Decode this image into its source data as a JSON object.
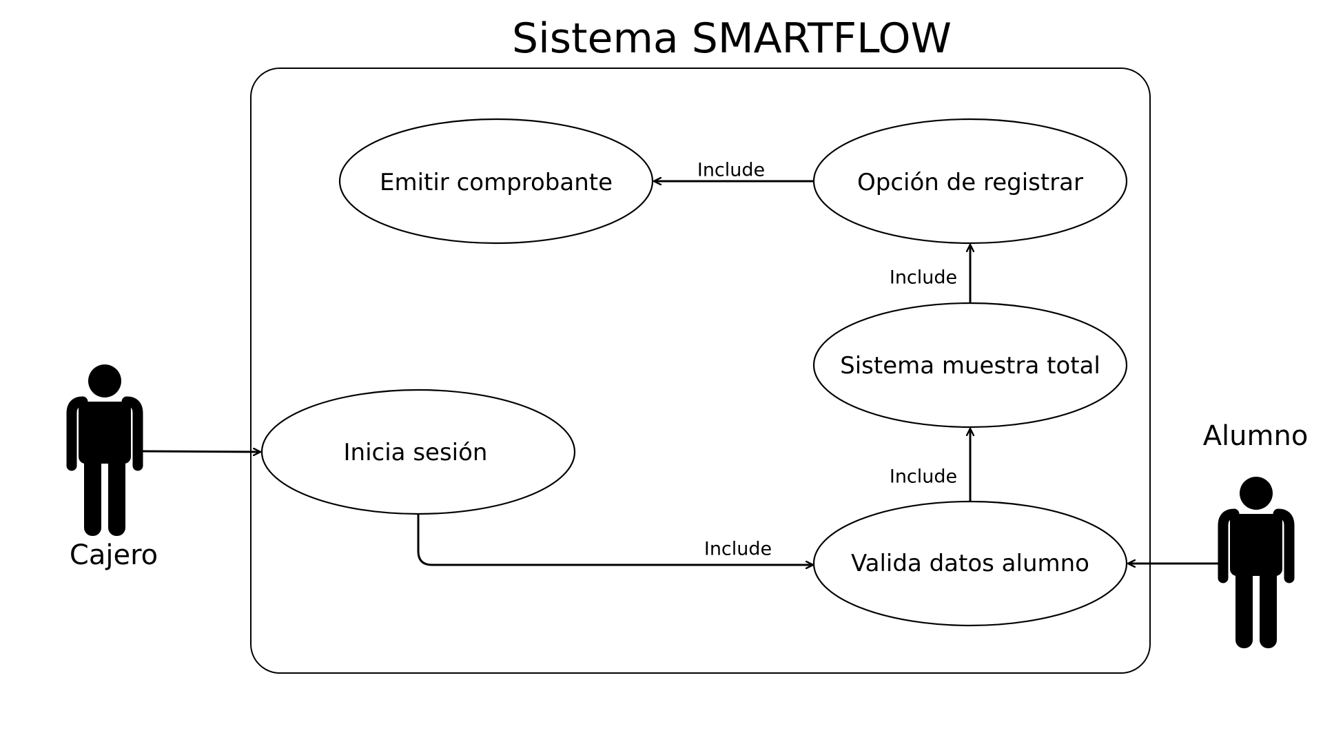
{
  "diagram": {
    "title": "Sistema SMARTFLOW",
    "actors": {
      "cajero": "Cajero",
      "alumno": "Alumno"
    },
    "use_cases": {
      "emitir": "Emitir comprobante",
      "opcion": "Opción de registrar",
      "total": "Sistema muestra total",
      "inicia": "Inicia sesión",
      "valida": "Valida datos alumno"
    },
    "relations": {
      "opcion_to_emitir": "Include",
      "total_to_opcion": "Include",
      "valida_to_total": "Include",
      "inicia_to_valida": "Include"
    }
  }
}
